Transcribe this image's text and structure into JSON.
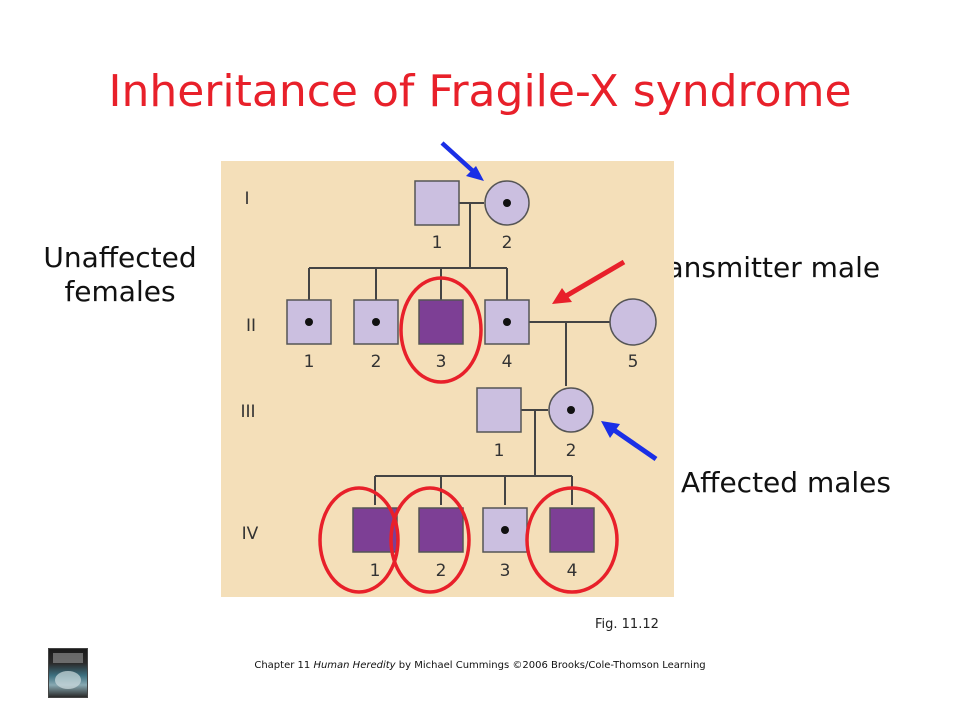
{
  "title": "Inheritance of Fragile-X syndrome",
  "labels": {
    "unaffected": "Unaffected females",
    "transmitter": "Transmitter male",
    "affected": "Affected males"
  },
  "pedigree": {
    "generations": [
      "I",
      "II",
      "III",
      "IV"
    ],
    "gen_I": [
      "1",
      "2"
    ],
    "gen_II": [
      "1",
      "2",
      "3",
      "4",
      "5"
    ],
    "gen_III": [
      "1",
      "2"
    ],
    "gen_IV": [
      "1",
      "2",
      "3",
      "4"
    ]
  },
  "figure_ref": "Fig. 11.12",
  "footer": {
    "chapter": "Chapter 11",
    "book": "Human Heredity",
    "rest": "by Michael Cummings ©2006 Brooks/Cole-Thomson Learning"
  },
  "colors": {
    "title": "#e8202a",
    "panel": "#f4dfb9",
    "carrier": "#cbbfe0",
    "affected": "#7d3f95",
    "circle_highlight": "#e8202a",
    "arrow_red": "#e8202a",
    "arrow_blue": "#1a2fe6"
  },
  "icons": {
    "book_cover": "book-cover-icon"
  }
}
